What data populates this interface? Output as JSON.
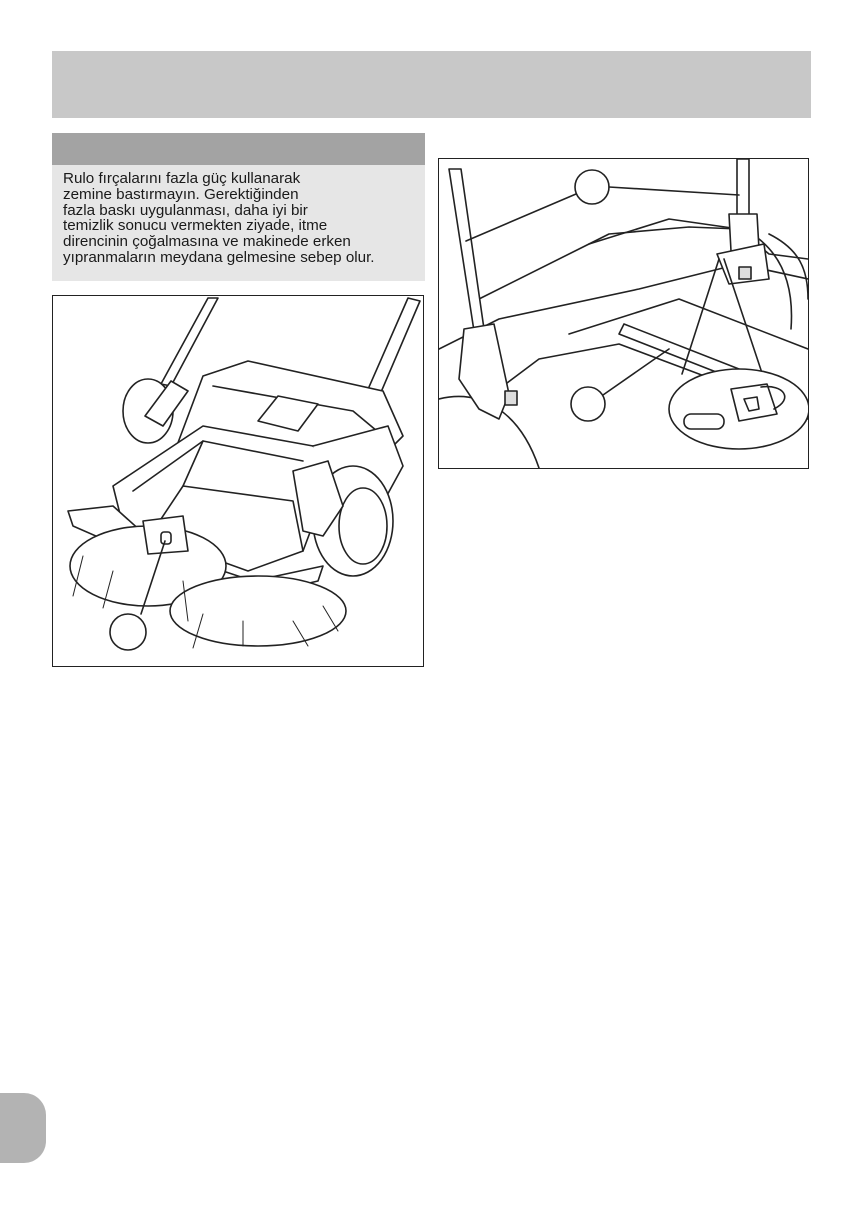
{
  "note": {
    "lines": [
      "Rulo fırçalarını fazla güç kullanarak",
      "zemine bastırmayın. Gerektiğinden",
      "fazla baskı uygulanması, daha iyi bir",
      "temizlik sonucu vermekten ziyade, itme",
      "direncinin çoğalmasına ve makinede erken",
      "yıpranmaların meydana gelmesine sebep olur."
    ]
  },
  "colors": {
    "banner": "#c8c8c8",
    "note_header": "#a3a3a3",
    "note_body": "#e6e6e6",
    "page_tab": "#b3b3b3"
  }
}
